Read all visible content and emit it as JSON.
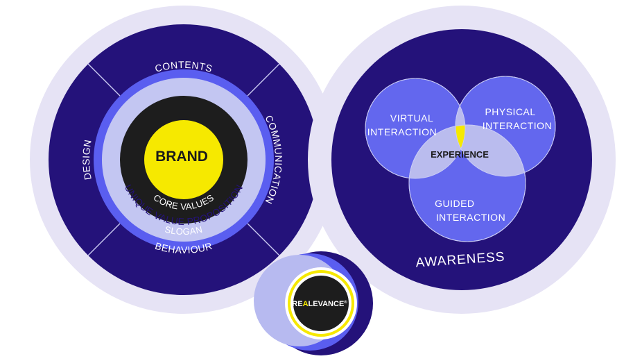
{
  "brand_circle": {
    "outer_ring": {
      "top": "CONTENTS",
      "right": "COMMUNICATION",
      "bottom": "BEHAVIOUR",
      "left": "DESIGN"
    },
    "slogan": "SLOGAN",
    "usp": "UNIQUE VALUE PROPOSITION",
    "core_values": "CORE VALUES",
    "center": "BRAND"
  },
  "experience_circle": {
    "virtual": [
      "VIRTUAL",
      "INTERACTION"
    ],
    "physical": [
      "PHYSICAL",
      "INTERACTION"
    ],
    "guided": [
      "GUIDED",
      "INTERACTION"
    ],
    "center": "EXPERIENCE",
    "outer": "AWARENESS"
  },
  "logo": {
    "prefix": "RE",
    "highlight": "A",
    "suffix": "LEVANCE",
    "mark": "®"
  },
  "colors": {
    "halo": "#e6e3f5",
    "navy": "#24127a",
    "blue": "#5a5ef0",
    "lavender": "#c3c6f2",
    "dark": "#1d1d1d",
    "yellow": "#f6e900",
    "venn": "#6367ee",
    "venn_overlap": "#babcee"
  }
}
